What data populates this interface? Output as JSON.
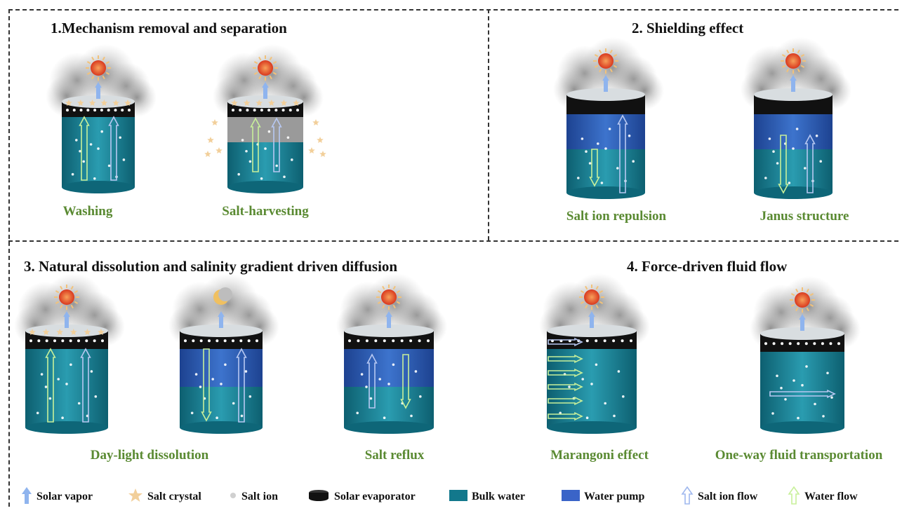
{
  "panels": [
    {
      "title": "1.Mechanism removal and separation",
      "captions": [
        "Washing",
        "Salt-harvesting"
      ]
    },
    {
      "title": "2. Shielding effect",
      "captions": [
        "Salt ion repulsion",
        "Janus structure"
      ]
    },
    {
      "title": "3. Natural dissolution and salinity gradient driven diffusion",
      "captions": [
        "Day-light dissolution",
        "Salt reflux"
      ]
    },
    {
      "title": "4. Force-driven fluid flow",
      "captions": [
        "Marangoni effect",
        "One-way fluid transportation"
      ]
    }
  ],
  "legend": [
    {
      "label": "Solar vapor",
      "icon": "solar-vapor-arrow-icon",
      "color": "#8fb4ee"
    },
    {
      "label": "Salt crystal",
      "icon": "salt-crystal-star-icon",
      "color": "#f2cf9a"
    },
    {
      "label": "Salt ion",
      "icon": "salt-ion-dot-icon",
      "color": "#d0d0d0"
    },
    {
      "label": "Solar evaporator",
      "icon": "solar-evaporator-disk-icon",
      "color": "#111111"
    },
    {
      "label": "Bulk water",
      "icon": "bulk-water-swatch-icon",
      "color": "#12788c"
    },
    {
      "label": "Water pump",
      "icon": "water-pump-swatch-icon",
      "color": "#3a64c8"
    },
    {
      "label": "Salt ion flow",
      "icon": "salt-ion-flow-arrow-icon",
      "color": "#9fb8ee"
    },
    {
      "label": "Water flow",
      "icon": "water-flow-arrow-icon",
      "color": "#c8f09a"
    }
  ],
  "colors": {
    "caption": "#5a8a32",
    "water": "#12788c",
    "pump": "#3a64c8",
    "evaporator": "#111111",
    "sun": "#e8502c"
  }
}
